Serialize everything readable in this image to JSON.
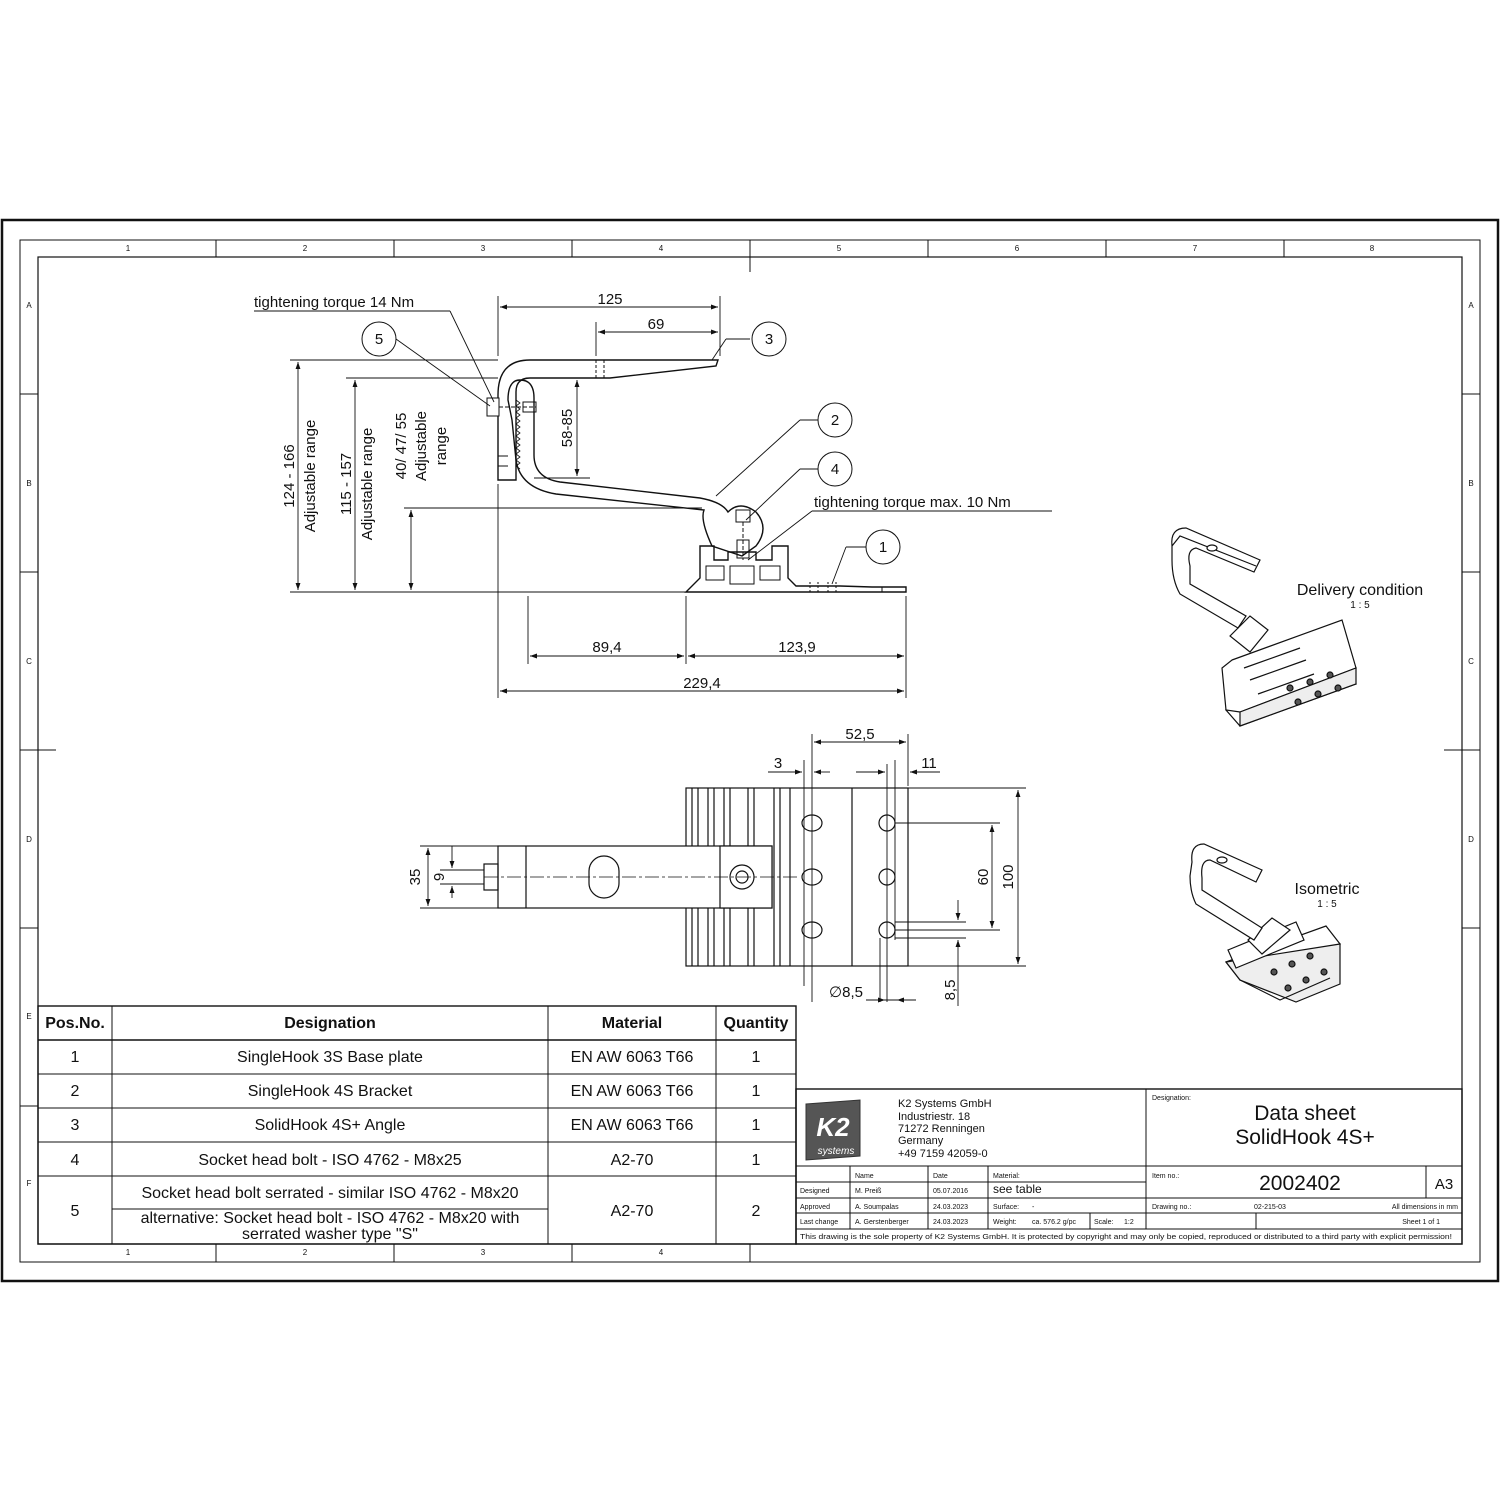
{
  "frame": {
    "columns": [
      "1",
      "2",
      "3",
      "4",
      "5",
      "6",
      "7",
      "8"
    ],
    "rows": [
      "A",
      "B",
      "C",
      "D",
      "E",
      "F"
    ],
    "bottom_columns": [
      "1",
      "2",
      "3",
      "4"
    ]
  },
  "side_view": {
    "annotations": {
      "torque_bolt5": "tightening torque 14 Nm",
      "torque_bolt4": "tightening torque max. 10 Nm"
    },
    "dimensions": {
      "length_125": "125",
      "length_69": "69",
      "range_58_85": "58-85",
      "length_89_4": "89,4",
      "length_123_9": "123,9",
      "length_229_4": "229,4"
    },
    "adjust_ranges": [
      {
        "value": "124 - 166",
        "label": "Adjustable range"
      },
      {
        "value": "115 - 157",
        "label": "Adjustable range"
      },
      {
        "value": "40/ 47/ 55",
        "label": "Adjustable",
        "label2": "range"
      }
    ],
    "callouts": [
      "1",
      "2",
      "3",
      "4",
      "5"
    ]
  },
  "top_view": {
    "dimensions": {
      "d_52_5": "52,5",
      "d_3": "3",
      "d_11": "11",
      "d_35": "35",
      "d_9": "9",
      "d_60": "60",
      "d_100": "100",
      "d_hole": "∅8,5",
      "d_8_5": "8,5"
    }
  },
  "views": {
    "delivery": {
      "label": "Delivery condition",
      "scale": "1 : 5"
    },
    "isometric": {
      "label": "Isometric",
      "scale": "1 : 5"
    }
  },
  "parts_table": {
    "headers": [
      "Pos.No.",
      "Designation",
      "Material",
      "Quantity"
    ],
    "rows": [
      {
        "pos": "1",
        "designation": "SingleHook 3S Base plate",
        "material": "EN AW 6063 T66",
        "qty": "1"
      },
      {
        "pos": "2",
        "designation": "SingleHook 4S Bracket",
        "material": "EN AW 6063 T66",
        "qty": "1"
      },
      {
        "pos": "3",
        "designation": "SolidHook 4S+ Angle",
        "material": "EN AW 6063 T66",
        "qty": "1"
      },
      {
        "pos": "4",
        "designation": "Socket head bolt - ISO 4762 - M8x25",
        "material": "A2-70",
        "qty": "1"
      },
      {
        "pos": "5",
        "designation": "Socket head bolt serrated - similar ISO 4762 - M8x20",
        "designation_alt1": "alternative: Socket head bolt - ISO 4762 - M8x20 with",
        "designation_alt2": "serrated washer type \"S\"",
        "material": "A2-70",
        "qty": "2"
      }
    ]
  },
  "title_block": {
    "logo_text": "K2",
    "logo_sub": "systems",
    "company": [
      "K2 Systems GmbH",
      "Industriestr. 18",
      "71272 Renningen",
      "Germany",
      "+49 7159 42059-0"
    ],
    "designation_label": "Designation:",
    "title1": "Data sheet",
    "title2": "SolidHook 4S+",
    "item_label": "Item no.:",
    "item_no": "2002402",
    "sheet_size": "A3",
    "hdr_name": "Name",
    "hdr_date": "Date",
    "material_label": "Material:",
    "material_value": "see table",
    "designed_label": "Designed",
    "designed_name": "M. Preiß",
    "designed_date": "05.07.2016",
    "approved_label": "Approved",
    "approved_name": "A. Soumpalas",
    "approved_date": "24.03.2023",
    "lastchange_label": "Last change",
    "lastchange_name": "A. Gerstenberger",
    "lastchange_date": "24.03.2023",
    "surface_label": "Surface:",
    "surface_value": "-",
    "weight_label": "Weight:",
    "weight_value": "ca. 576.2 g/pc",
    "scale_label": "Scale:",
    "scale_value": "1:2",
    "drawing_label": "Drawing no.:",
    "drawing_no": "02-215-03",
    "all_dims": "All dimensions in mm",
    "sheet": "Sheet 1 of 1",
    "copyright": "This drawing is the sole property of K2 Systems GmbH.  It is protected by copyright and may only be copied, reproduced or distributed to a third party with explicit permission!"
  }
}
